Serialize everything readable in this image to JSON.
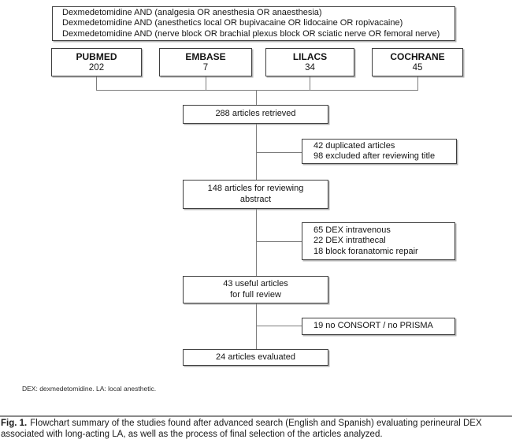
{
  "search_query_box": {
    "lines": [
      "Dexmedetomidine AND (analgesia OR anesthesia OR anaesthesia)",
      "Dexmedetomidine AND (anesthetics local OR bupivacaine OR lidocaine OR ropivacaine)",
      "Dexmedetomidine AND (nerve block OR brachial plexus block OR sciatic nerve OR femoral nerve)"
    ]
  },
  "databases": [
    {
      "name": "PUBMED",
      "count": "202"
    },
    {
      "name": "EMBASE",
      "count": "7"
    },
    {
      "name": "LILACS",
      "count": "34"
    },
    {
      "name": "COCHRANE",
      "count": "45"
    }
  ],
  "flow": {
    "retrieved": "288 articles retrieved",
    "excluded_after_title": {
      "lines": [
        "42 duplicated articles",
        "98 excluded after reviewing title"
      ]
    },
    "abstract_review": {
      "lines": [
        "148 articles for reviewing",
        "abstract"
      ]
    },
    "excluded_after_abstract": {
      "lines": [
        "65 DEX intravenous",
        "22 DEX intrathecal",
        "18 block foranatomic repair"
      ]
    },
    "full_review": {
      "lines": [
        "43 useful articles",
        "for full review"
      ]
    },
    "excluded_after_full": "19 no CONSORT / no PRISMA",
    "evaluated": "24 articles evaluated"
  },
  "footnote": "DEX: dexmedetomidine. LA: local anesthetic.",
  "caption": {
    "label": "Fig. 1.",
    "text": "Flowchart summary of the studies found after advanced search (English and Spanish) evaluating perineural DEX associated with long-acting LA, as well as the process of final selection of the articles analyzed."
  },
  "colors": {
    "box_border": "#3f3f3f",
    "connector_line": "#7d7d7d",
    "divider": "#8a8a8a",
    "text": "#141414"
  }
}
